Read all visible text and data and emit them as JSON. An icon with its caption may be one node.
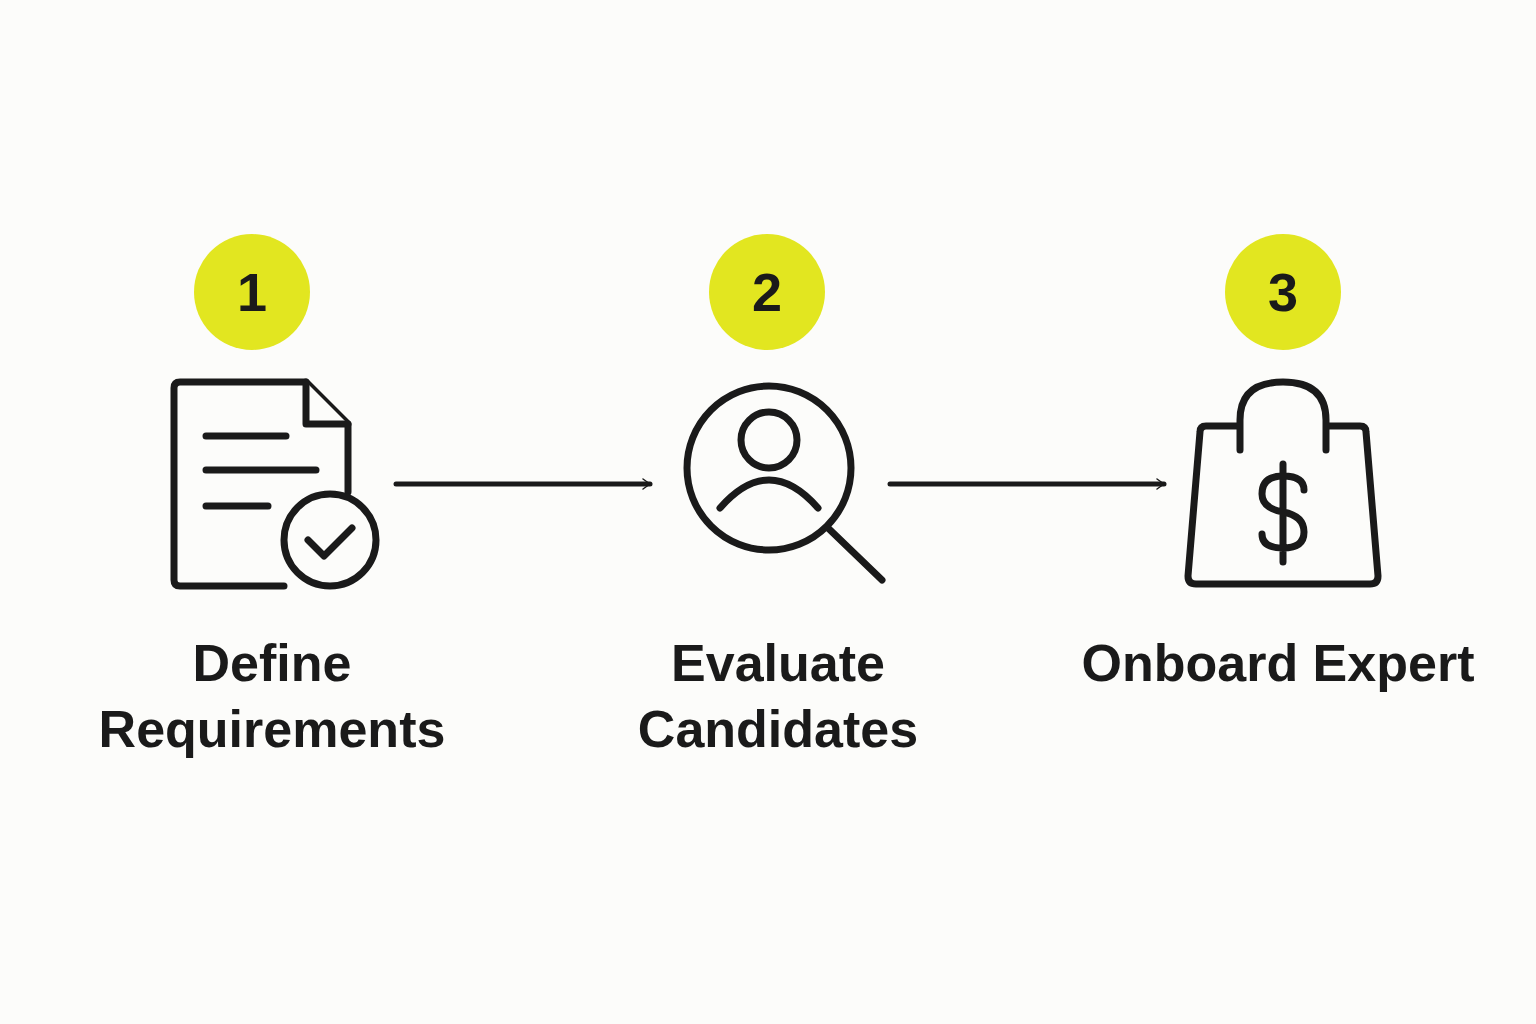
{
  "diagram": {
    "nodes": [
      {
        "text": [
          "1"
        ]
      },
      {
        "text": [],
        "shape": "document",
        "beside": [
          "Define Requirements"
        ]
      },
      {
        "text": [
          "2"
        ]
      },
      {
        "text": [],
        "shape": "magnifier",
        "beside": [
          "Evaluate Candidates"
        ]
      },
      {
        "text": [
          "3"
        ]
      },
      {
        "text": [],
        "shape": "bag",
        "beside": [
          "Onboard Expert"
        ]
      }
    ],
    "edges": [
      {
        "from": 1,
        "to": 3,
        "arrow": "to"
      },
      {
        "from": 3,
        "to": 5,
        "arrow": "to"
      }
    ]
  }
}
